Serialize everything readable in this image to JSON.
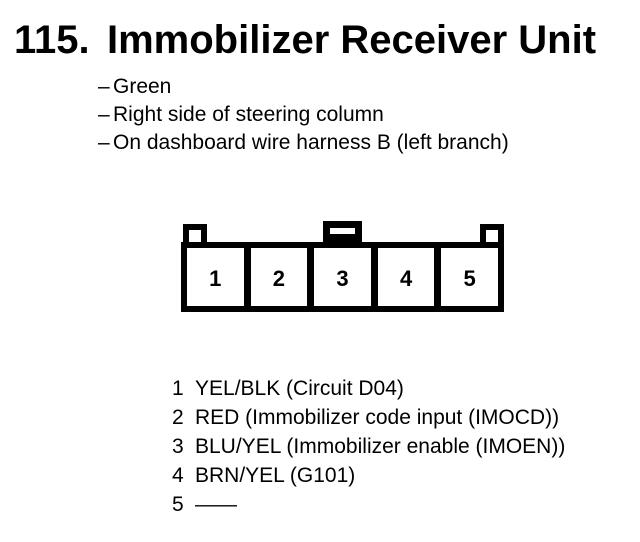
{
  "page": {
    "item_number": "115.",
    "title": "Immobilizer Receiver Unit"
  },
  "details": {
    "bullet_glyph": "–",
    "items": [
      {
        "text": "Green"
      },
      {
        "text": "Right side of steering column"
      },
      {
        "text": "On dashboard wire harness B (left branch)"
      }
    ]
  },
  "connector": {
    "pins": [
      "1",
      "2",
      "3",
      "4",
      "5"
    ]
  },
  "pinout": {
    "rows": [
      {
        "pin": "1",
        "description": "YEL/BLK (Circuit D04)"
      },
      {
        "pin": "2",
        "description": "RED (Immobilizer code input (IMOCD))"
      },
      {
        "pin": "3",
        "description": "BLU/YEL (Immobilizer enable (IMOEN))"
      },
      {
        "pin": "4",
        "description": "BRN/YEL (G101)"
      },
      {
        "pin": "5",
        "description": "——"
      }
    ]
  },
  "colors": {
    "ink": "#000000",
    "paper": "#ffffff"
  }
}
